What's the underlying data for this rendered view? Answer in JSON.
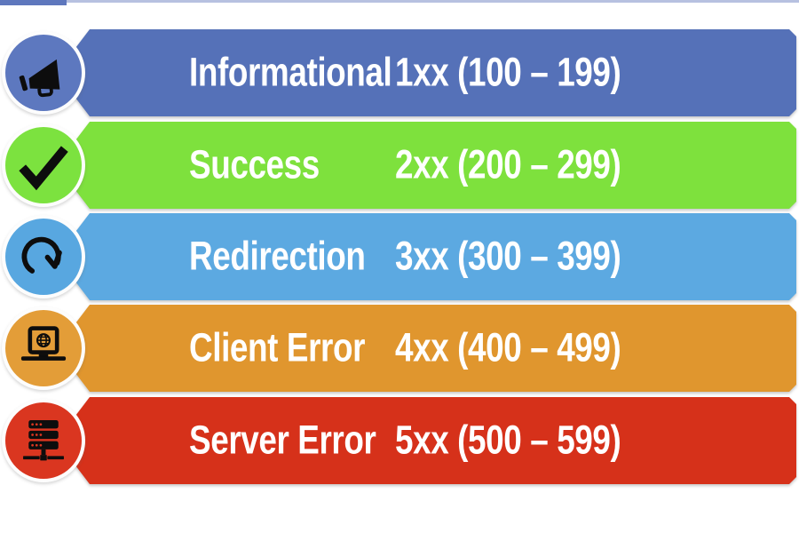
{
  "page": {
    "background": "#ffffff",
    "text_color": "#ffffff",
    "icon_ink": "#0d0d0d",
    "top_edge_line_color": "#b7c1e0",
    "top_left_artifact_color": "#5e77bd"
  },
  "rows": [
    {
      "label": "Informational",
      "code": "1xx (100 – 199)",
      "bar_color": "#5571b8",
      "circle_color": "#5d78bf",
      "icon": "megaphone-icon"
    },
    {
      "label": "Success",
      "code": "2xx (200 – 299)",
      "bar_color": "#7ee13d",
      "circle_color": "#7ce23f",
      "icon": "checkmark-icon"
    },
    {
      "label": "Redirection",
      "code": "3xx (300 – 399)",
      "bar_color": "#5ca9e1",
      "circle_color": "#58a7e0",
      "icon": "redo-arrow-icon"
    },
    {
      "label": "Client Error",
      "code": "4xx (400 – 499)",
      "bar_color": "#e0962e",
      "circle_color": "#e39d38",
      "icon": "laptop-globe-icon"
    },
    {
      "label": "Server Error",
      "code": "5xx (500 – 599)",
      "bar_color": "#d6311a",
      "circle_color": "#da3620",
      "icon": "server-icon"
    }
  ]
}
